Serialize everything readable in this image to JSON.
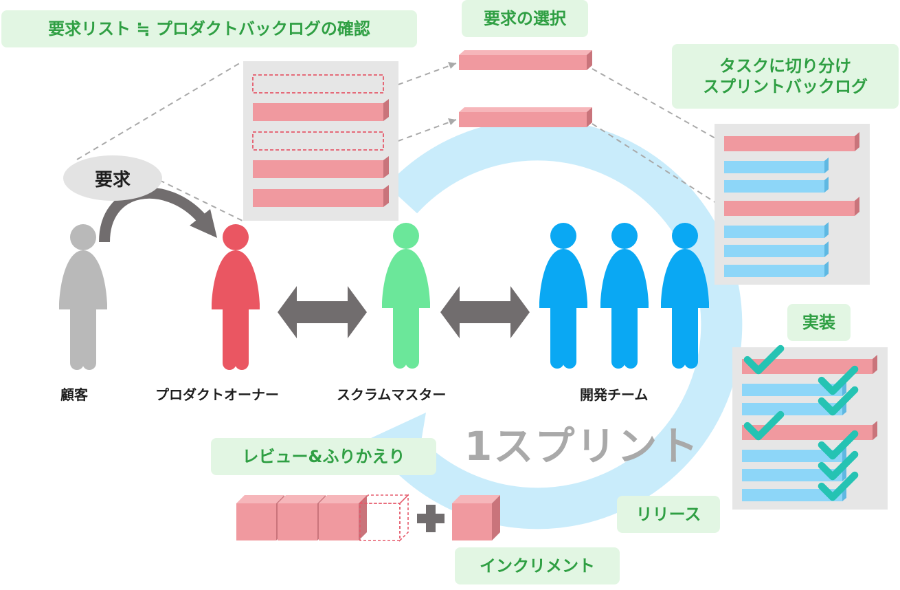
{
  "labels": {
    "requirements_list": "要求リスト ≒ プロダクトバックログの確認",
    "select": "要求の選択",
    "split": [
      "タスクに切り分け",
      "スプリントバックログ"
    ],
    "implement": "実装",
    "review": "レビュー&ふりかえり",
    "release": "リリース",
    "increment": "インクリメント",
    "request": "要求",
    "sprint": "1スプリント"
  },
  "roles": {
    "customer": "顧客",
    "product_owner": "プロダクトオーナー",
    "scrum_master": "スクラムマスター",
    "dev_team": "開発チーム"
  },
  "colors": {
    "customer": "#b9b9b9",
    "product_owner": "#ea5662",
    "scrum_master": "#6be79a",
    "dev_team": "#0aa8f3",
    "backlog_item": "#f0999f",
    "task_item": "#8dd6f8",
    "check": "#25c3b3",
    "cycle": "#c9ecfb",
    "label_bg": "#e2f6e3",
    "label_text": "#2f9f43"
  },
  "icons": [
    "person-icon",
    "double-arrow-icon",
    "curved-arrow-icon",
    "check-icon",
    "plus-icon",
    "cycle-arrow-icon"
  ]
}
